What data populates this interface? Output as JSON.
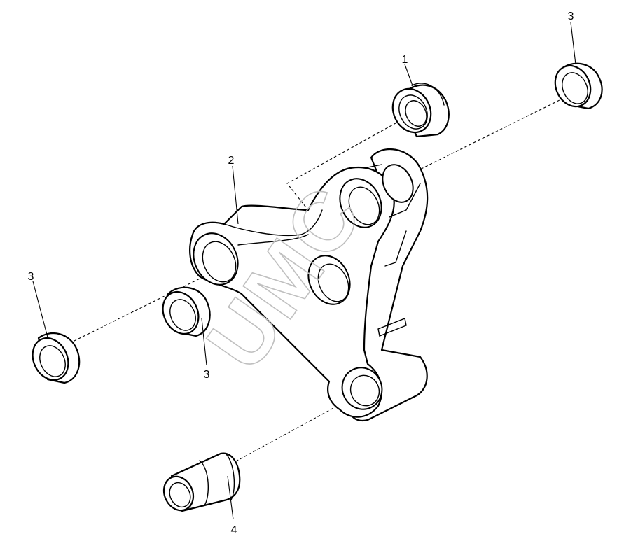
{
  "watermark": {
    "text": "UMC",
    "color": "#bfbfbf"
  },
  "callouts": [
    {
      "id": "c1",
      "label": "1"
    },
    {
      "id": "c2",
      "label": "2"
    },
    {
      "id": "c3a",
      "label": "3"
    },
    {
      "id": "c3b",
      "label": "3"
    },
    {
      "id": "c3c",
      "label": "3"
    },
    {
      "id": "c4",
      "label": "4"
    }
  ],
  "colors": {
    "line": "#000000",
    "background": "#ffffff"
  }
}
